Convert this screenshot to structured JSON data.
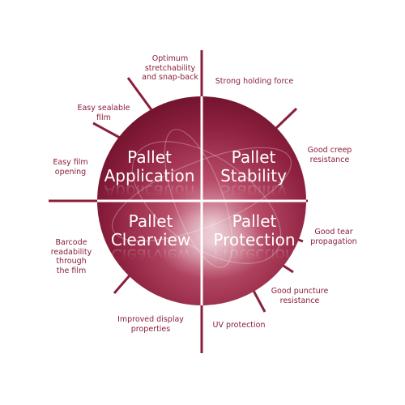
{
  "colors": {
    "primary": "#8a1f3a",
    "sphere_dark": "#7a1530",
    "sphere_light": "#c05874",
    "text_on_sphere": "#ffffff"
  },
  "quadrants": {
    "top_left": {
      "line1": "Pallet",
      "line2": "Application"
    },
    "top_right": {
      "line1": "Pallet",
      "line2": "Stability"
    },
    "bottom_left": {
      "line1": "Pallet",
      "line2": "Clearview"
    },
    "bottom_right": {
      "line1": "Pallet",
      "line2": "Protection"
    }
  },
  "labels": {
    "optimum_stretchability": "Optimum\nstretchability\nand snap-back",
    "strong_holding_force": "Strong holding force",
    "easy_sealable_film": "Easy sealable\nfilm",
    "easy_film_opening": "Easy film\nopening",
    "good_creep_resistance": "Good creep\nresistance",
    "good_tear_propagation": "Good tear\npropagation",
    "barcode_readability": "Barcode\nreadability\nthrough\nthe film",
    "good_puncture_resistance": "Good puncture\nresistance",
    "improved_display_properties": "Improved display\nproperties",
    "uv_protection": "UV protection"
  }
}
